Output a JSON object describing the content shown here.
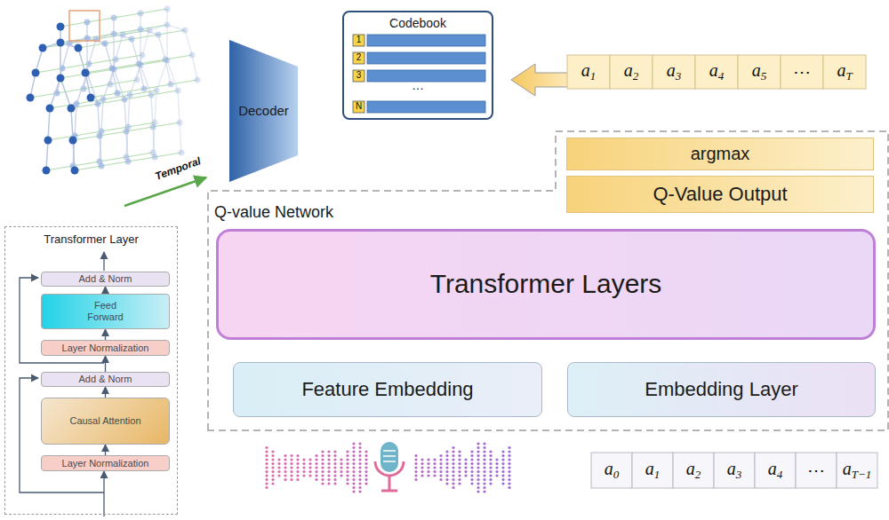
{
  "diagram": {
    "nodes": [
      {
        "text": [
          "Decoder"
        ]
      },
      {
        "text": [
          "Codebook"
        ]
      },
      {
        "text": [
          "Q-value Network"
        ]
      },
      {
        "text": [
          "argmax"
        ],
        "in": 2
      },
      {
        "text": [
          "Q-Value Output"
        ],
        "in": 2
      },
      {
        "text": [
          "Transformer Layers"
        ],
        "in": 2
      },
      {
        "text": [
          "Feature Embedding"
        ],
        "in": 2
      },
      {
        "text": [
          "Embedding Layer"
        ],
        "in": 2
      },
      {
        "text": [
          "Transformer Layer"
        ]
      },
      {
        "text": [
          "Add & Norm"
        ],
        "in": 8
      },
      {
        "text": [
          "Feed Forward"
        ],
        "in": 8
      },
      {
        "text": [
          "Layer Normalization"
        ],
        "in": 8
      },
      {
        "text": [
          "Add & Norm"
        ],
        "in": 8
      },
      {
        "text": [
          "Causal Attention"
        ],
        "in": 8
      },
      {
        "text": [
          "Layer Normalization"
        ],
        "in": 8
      }
    ],
    "edges": [
      {
        "from": 14,
        "to": 13,
        "arrow": "to"
      },
      {
        "from": 13,
        "to": 12,
        "arrow": "to"
      },
      {
        "from": 12,
        "to": 11,
        "arrow": "to"
      },
      {
        "from": 11,
        "to": 10,
        "arrow": "to"
      },
      {
        "from": 10,
        "to": 9,
        "arrow": "to"
      }
    ],
    "labels": [
      "Temporal",
      "1",
      "2",
      "3",
      "…",
      "N",
      "a1",
      "a2",
      "a3",
      "a4",
      "a5",
      "⋯",
      "aT",
      "a0",
      "a1",
      "a2",
      "a3",
      "a4",
      "⋯",
      "aT−1"
    ]
  }
}
